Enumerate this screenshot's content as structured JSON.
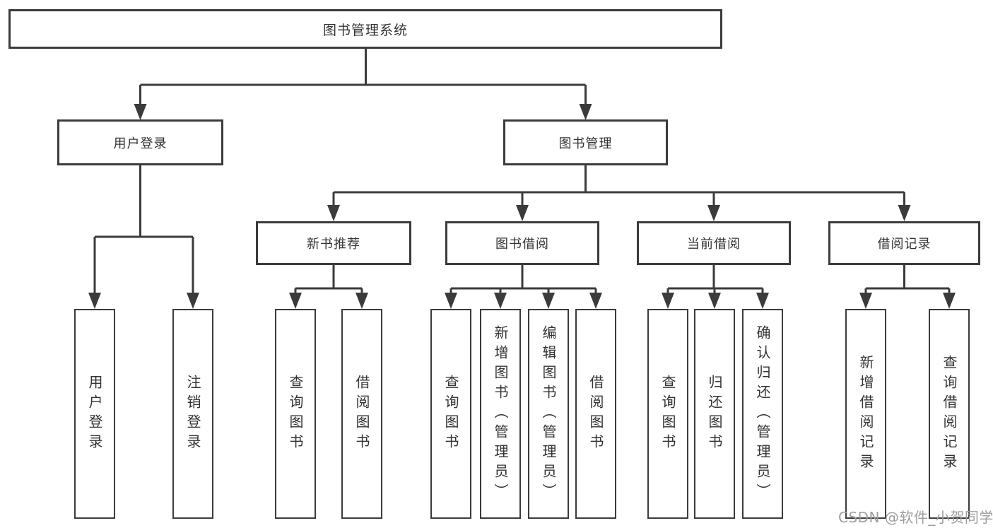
{
  "diagram": {
    "root": "图书管理系统",
    "level2": [
      "用户登录",
      "图书管理"
    ],
    "level3": [
      "新书推荐",
      "图书借阅",
      "当前借阅",
      "借阅记录"
    ],
    "leaves_user_login": [
      "用户登录",
      "注销登录"
    ],
    "leaves_new_book": [
      "查询图书",
      "借阅图书"
    ],
    "leaves_book_borrow": [
      "查询图书",
      "新增图书（管理员）",
      "编辑图书（管理员）",
      "借阅图书"
    ],
    "leaves_current_borrow": [
      "查询图书",
      "归还图书",
      "确认归还（管理员）"
    ],
    "leaves_borrow_record": [
      "新增借阅记录",
      "查询借阅记录"
    ]
  },
  "watermark": "CSDN @软件_小贺同学",
  "colors": {
    "line": "#3b3b3b",
    "text": "#333333",
    "watermark_text": "#9e9e9e",
    "background": "#ffffff"
  }
}
